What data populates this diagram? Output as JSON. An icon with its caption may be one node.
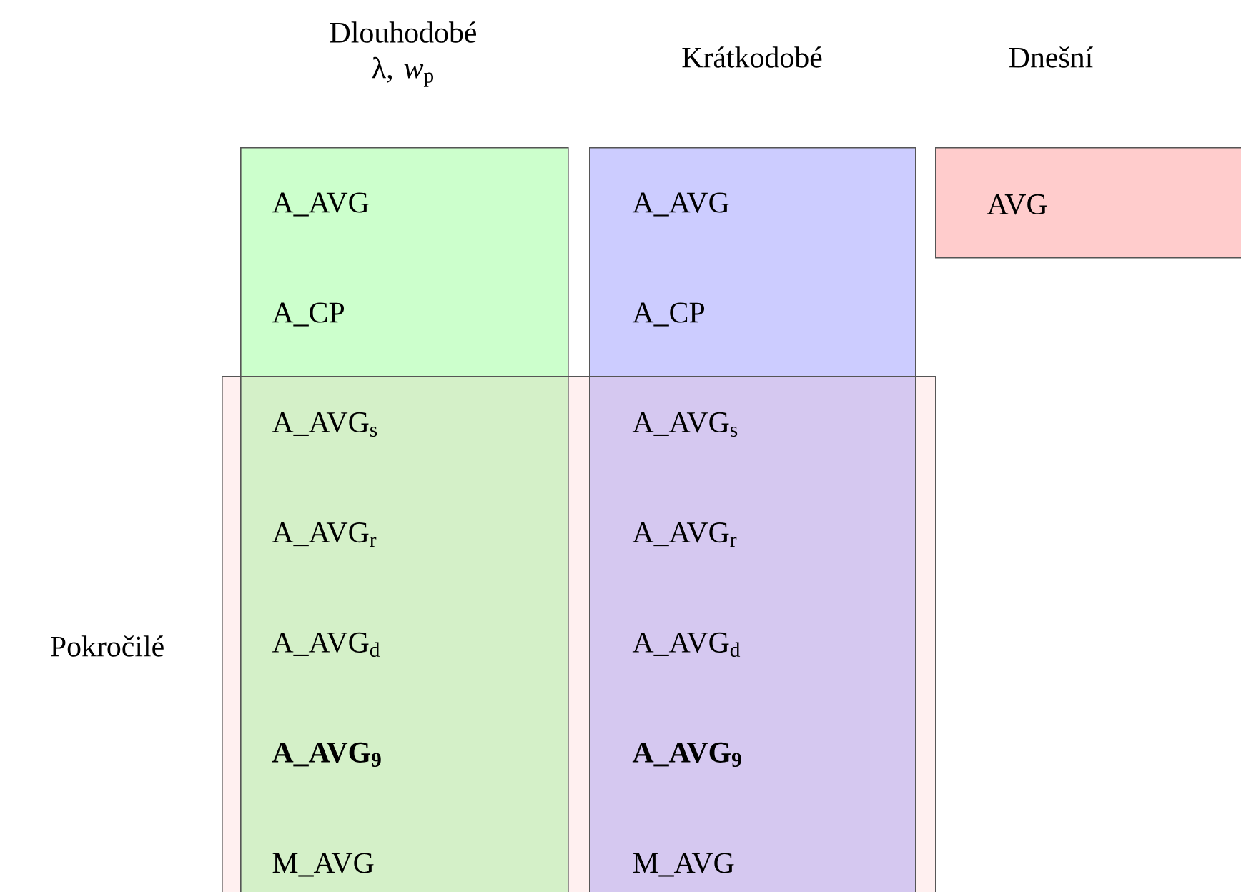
{
  "diagram": {
    "nodes": [
      {
        "text": [
          "Dlouhodobé λ, *w*$_{p}$",
          "A_AVG",
          "A_CP",
          "A_AVG$_{s}$",
          "A_AVG$_{r}$",
          "A_AVG$_{d}$",
          "A_AVG$_{9}$",
          "M_AVG"
        ]
      },
      {
        "text": [
          "Krátkodobé",
          "A_AVG",
          "A_CP",
          "A_AVG$_{s}$",
          "A_AVG$_{r}$",
          "A_AVG$_{d}$",
          "A_AVG$_{9}$",
          "M_AVG"
        ]
      },
      {
        "text": [
          "Dnešní",
          "AVG"
        ]
      },
      {
        "text": [
          "Pokročilé"
        ]
      }
    ]
  }
}
